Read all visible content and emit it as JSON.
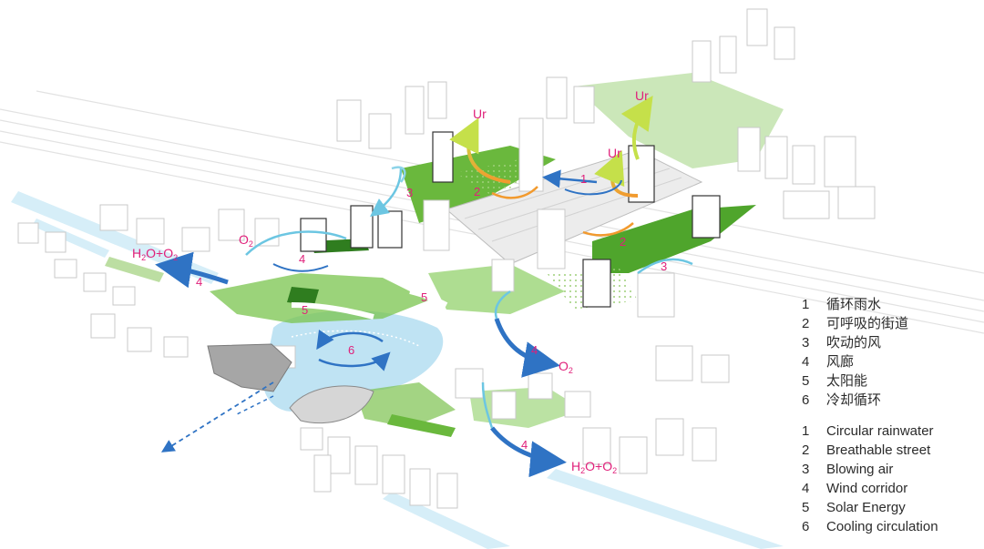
{
  "colors": {
    "accent_pink": "#e0207a",
    "green": "#5bb531",
    "dark_green": "#2f7d1f",
    "water": "#bfe3f3",
    "arrow_blue": "#2f73c4",
    "arrow_light_blue": "#6cc6e2",
    "arrow_orange": "#f29a2e",
    "arrow_yellow_green": "#c5e04a",
    "building_fill": "#ffffff",
    "building_stroke": "#c9c9c9"
  },
  "labels": {
    "ur_1": "Ur",
    "ur_2": "Ur",
    "ur_3": "Ur",
    "o2_top": "O",
    "o2_top_sub": "2",
    "o2_right": "O",
    "o2_right_sub": "2",
    "h2o_left_a": "H",
    "h2o_left_sub1": "2",
    "h2o_left_b": "O+O",
    "h2o_left_sub2": "2",
    "h2o_bottom_a": "H",
    "h2o_bottom_sub1": "2",
    "h2o_bottom_b": "O+O",
    "h2o_bottom_sub2": "2",
    "n1": "1",
    "n2a": "2",
    "n2b": "2",
    "n3a": "3",
    "n3b": "3",
    "n4a": "4",
    "n4b": "4",
    "n4c": "4",
    "n4d": "4",
    "n5a": "5",
    "n5b": "5",
    "n6": "6"
  },
  "legend_cn": [
    {
      "num": "1",
      "text": "循环雨水"
    },
    {
      "num": "2",
      "text": "可呼吸的街道"
    },
    {
      "num": "3",
      "text": "吹动的风"
    },
    {
      "num": "4",
      "text": "风廊"
    },
    {
      "num": "5",
      "text": "太阳能"
    },
    {
      "num": "6",
      "text": "冷却循环"
    }
  ],
  "legend_en": [
    {
      "num": "1",
      "text": "Circular rainwater"
    },
    {
      "num": "2",
      "text": "Breathable street"
    },
    {
      "num": "3",
      "text": "Blowing air"
    },
    {
      "num": "4",
      "text": "Wind corridor"
    },
    {
      "num": "5",
      "text": "Solar Energy"
    },
    {
      "num": "6",
      "text": "Cooling circulation"
    }
  ]
}
